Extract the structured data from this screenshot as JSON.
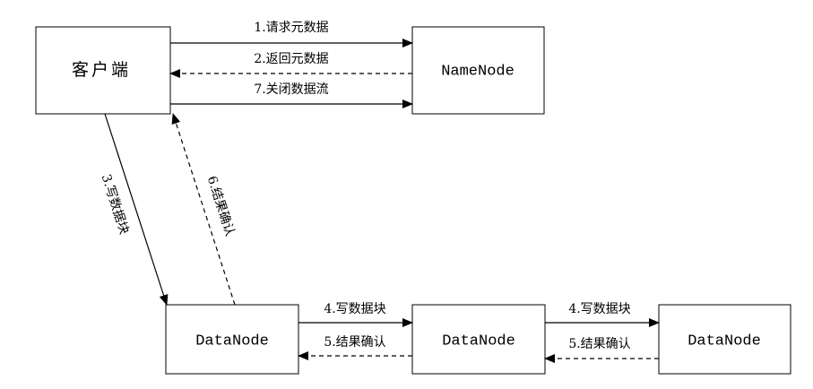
{
  "nodes": {
    "client": "客户端",
    "namenode": "NameNode",
    "datanode1": "DataNode",
    "datanode2": "DataNode",
    "datanode3": "DataNode"
  },
  "edges": {
    "request_metadata": "1.请求元数据",
    "return_metadata": "2.返回元数据",
    "close_stream": "7.关闭数据流",
    "write_block_client": "3.写数据块",
    "ack_client": "6.结果确认",
    "write_block_dn1_dn2": "4.写数据块",
    "ack_dn2_dn1": "5.结果确认",
    "write_block_dn2_dn3": "4.写数据块",
    "ack_dn3_dn2": "5.结果确认"
  },
  "colors": {
    "stroke": "#000000",
    "background": "#ffffff"
  }
}
